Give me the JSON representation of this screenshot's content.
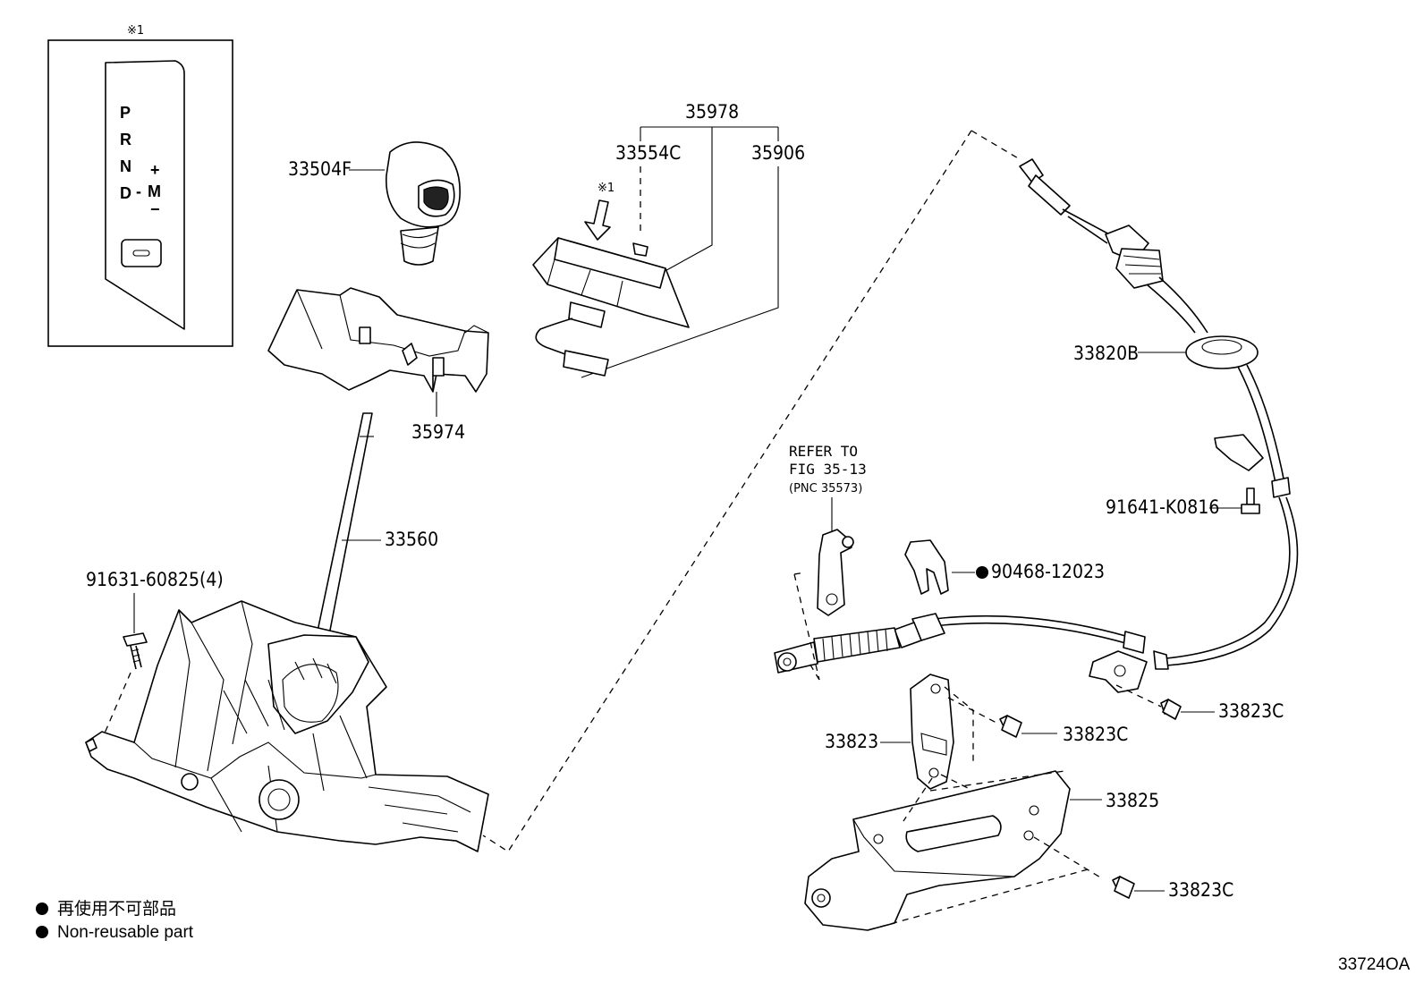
{
  "inset": {
    "note_mark": "※1",
    "gears": [
      "P",
      "R",
      "N",
      "D"
    ],
    "plus": "+",
    "minus_left": "-",
    "manual": "M",
    "minus_below": "−"
  },
  "labels": {
    "p33504f": "33504F",
    "p35978": "35978",
    "p33554c": "33554C",
    "p35906": "35906",
    "arrow_mark": "※1",
    "p35974": "35974",
    "p33560": "33560",
    "p91631": "91631-60825(4)",
    "p33820b": "33820B",
    "p91641": "91641-K0816",
    "p90468": "90468-12023",
    "p33823c_a": "33823C",
    "p33823c_b": "33823C",
    "p33823": "33823",
    "p33825": "33825",
    "p33823c_c": "33823C"
  },
  "refer": {
    "line1": "REFER TO",
    "line2": "FIG 35-13",
    "line3": "(PNC 35573)"
  },
  "legend": {
    "jp": "再使用不可部品",
    "en": "Non-reusable part"
  },
  "figure_code": "33724OA"
}
